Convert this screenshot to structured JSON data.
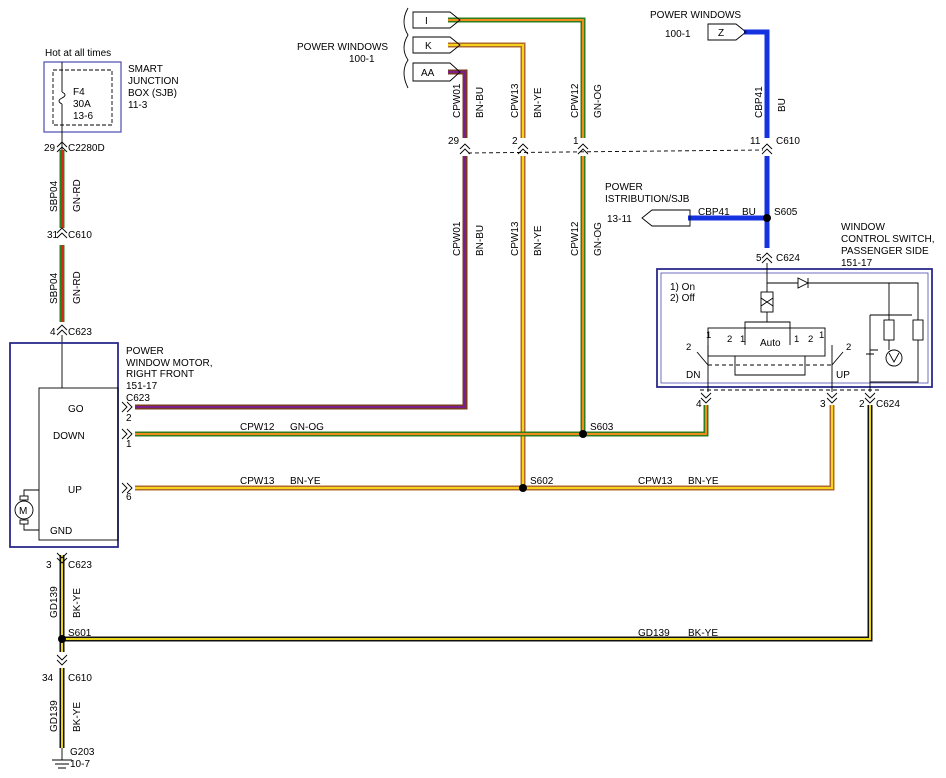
{
  "colors": {
    "GN-RD": [
      "#2e7d1f",
      "#d42a1a"
    ],
    "GN-OG": [
      "#2e7d1f",
      "#f28a1c"
    ],
    "BN-BU": [
      "#7a3a1e",
      "#7b1f8c"
    ],
    "BN-YE": [
      "#b06a2a",
      "#f5d21b"
    ],
    "BU": [
      "#1432e0",
      "#1432e0"
    ],
    "BK-YE": [
      "#111111",
      "#ead51c"
    ],
    "box_border": "#4b4bb0"
  },
  "top_connectors": {
    "group_label": "POWER WINDOWS",
    "group_ref": "100-1",
    "pins": [
      "I",
      "K",
      "AA"
    ]
  },
  "z_connector": {
    "label": "POWER WINDOWS",
    "ref": "100-1",
    "pin": "Z"
  },
  "sjb": {
    "hot_label": "Hot at all times",
    "name_l1": "SMART",
    "name_l2": "JUNCTION",
    "name_l3": "BOX (SJB)",
    "ref": "11-3",
    "fuse": "F4",
    "amps": "30A",
    "fuse_ref": "13-6"
  },
  "connectors": {
    "c2280d_pin": "29",
    "c2280d": "C2280D",
    "c610_pin_a": "31",
    "c610_a": "C610",
    "c623_pin_a": "4",
    "c623_a": "C623",
    "c623_b": "C623",
    "c623_pin_go": "2",
    "c623_pin_down": "1",
    "c623_pin_up": "6",
    "c623_pin_gnd": "3",
    "c623_c": "C623",
    "c610_pin_b": "34",
    "c610_b": "C610",
    "g203": "G203",
    "g203_ref": "10-7",
    "top_c610_pin1": "29",
    "top_c610_pin2": "2",
    "top_c610_pin3": "1",
    "top_c610_pin4": "11",
    "top_c610": "C610",
    "c624_pin_a": "5",
    "c624_a": "C624",
    "c624_pin_dn": "4",
    "c624_pin_up": "3",
    "c624_pin_gnd": "2",
    "c624_b": "C624"
  },
  "wires": {
    "sbp04": "SBP04",
    "gn_rd": "GN-RD",
    "cpw01": "CPW01",
    "bn_bu": "BN-BU",
    "cpw13": "CPW13",
    "bn_ye": "BN-YE",
    "cpw12": "CPW12",
    "gn_og": "GN-OG",
    "cbp41": "CBP41",
    "bu": "BU",
    "gd139": "GD139",
    "bk_ye": "BK-YE"
  },
  "splices": {
    "s601": "S601",
    "s602": "S602",
    "s603": "S603",
    "s605": "S605"
  },
  "motor": {
    "name_l1": "POWER",
    "name_l2": "WINDOW MOTOR,",
    "name_l3": "RIGHT FRONT",
    "ref": "151-17",
    "go": "GO",
    "down": "DOWN",
    "up": "UP",
    "gnd": "GND",
    "m": "M"
  },
  "power_dist": {
    "label_l1": "POWER",
    "label_l2": "ISTRIBUTION/SJB",
    "ref": "13-11"
  },
  "switch": {
    "name_l1": "WINDOW",
    "name_l2": "CONTROL SWITCH,",
    "name_l3": "PASSENGER SIDE",
    "ref": "151-17",
    "legend_1": "1) On",
    "legend_2": "2) Off",
    "auto": "Auto",
    "dn": "DN",
    "up": "UP",
    "n1": "1",
    "n2": "2"
  }
}
